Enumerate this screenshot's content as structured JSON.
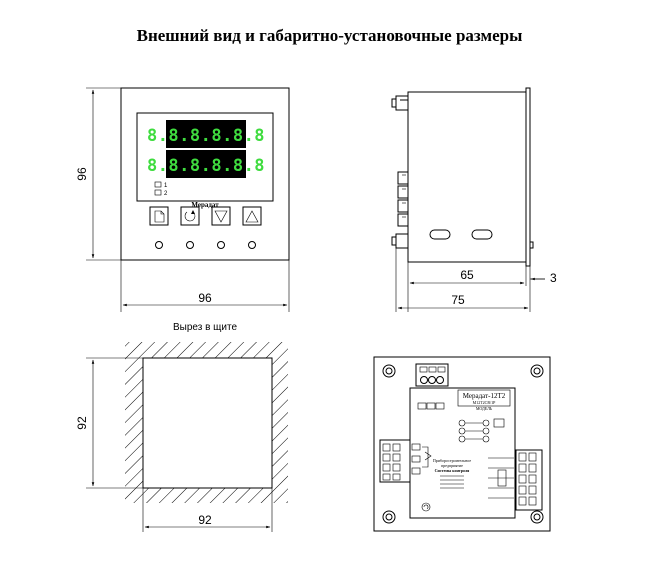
{
  "title": "Внешний вид и габаритно-установочные размеры",
  "front": {
    "display_top": "8.8.8.8.8.8",
    "display_bottom": "8.8.8.8.8.8",
    "led_1": "1",
    "led_2": "2",
    "brand": "Мерадат",
    "dim_height": "96",
    "dim_width": "96"
  },
  "side": {
    "dim_body": "65",
    "dim_flange": "3",
    "dim_total": "75"
  },
  "cutout": {
    "caption": "Вырез в щите",
    "dim_height": "92",
    "dim_width": "92"
  },
  "rear": {
    "model": "Мерадат-12Т2",
    "model_sub": "МОДЕЛЬ",
    "model_code": "М12Т2СВ/1Р",
    "company_lines": [
      "Приборостроительное",
      "предприятие",
      "Системы контроля"
    ]
  },
  "icons": [
    "document-icon",
    "rotate-icon",
    "triangle-down-icon",
    "triangle-up-icon"
  ]
}
